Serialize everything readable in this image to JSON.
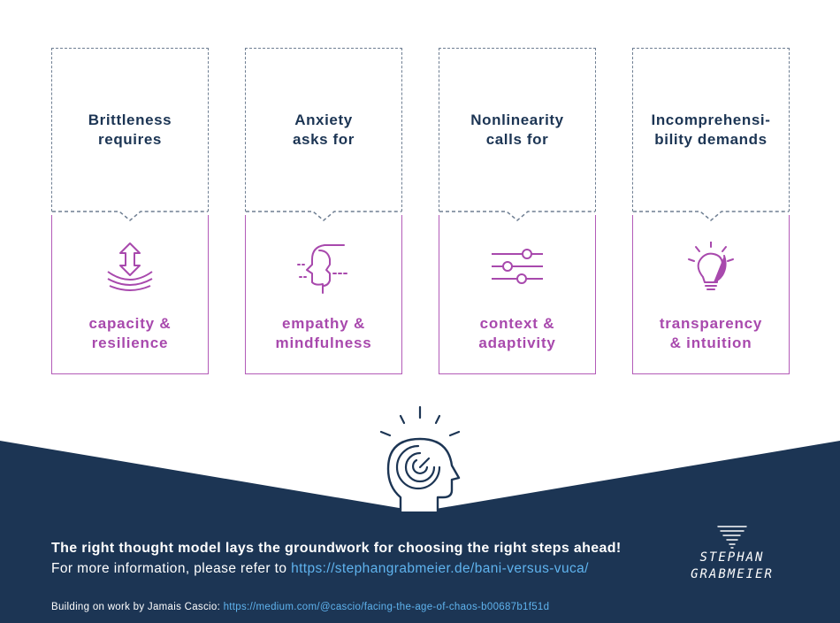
{
  "columns": [
    {
      "title": "Brittleness\nrequires",
      "label": "capacity &\nresilience",
      "icon": "compression-arrows-icon"
    },
    {
      "title": "Anxiety\nasks for",
      "label": "empathy &\nmindfulness",
      "icon": "face-profile-icon"
    },
    {
      "title": "Nonlinearity\ncalls for",
      "label": "context &\nadaptivity",
      "icon": "sliders-icon"
    },
    {
      "title": "Incomprehensi-\nbility demands",
      "label": "transparency\n& intuition",
      "icon": "lightbulb-hand-icon"
    }
  ],
  "center_icon": "head-maze-icon",
  "footer": {
    "main": "The right thought model lays the groundwork for choosing the right steps ahead!",
    "info_prefix": "For more information, please refer to ",
    "info_link": "https://stephangrabmeier.de/bani-versus-vuca/",
    "credit_prefix": "Building on work by Jamais Cascio: ",
    "credit_link": "https://medium.com/@cascio/facing-the-age-of-chaos-b00687b1f51d"
  },
  "logo": {
    "line1": "STEPHAN",
    "line2": "GRABMEIER"
  },
  "colors": {
    "navy": "#1c3554",
    "purple": "#a849ad",
    "dashed": "#6e7e92",
    "link": "#5fb3ee"
  }
}
